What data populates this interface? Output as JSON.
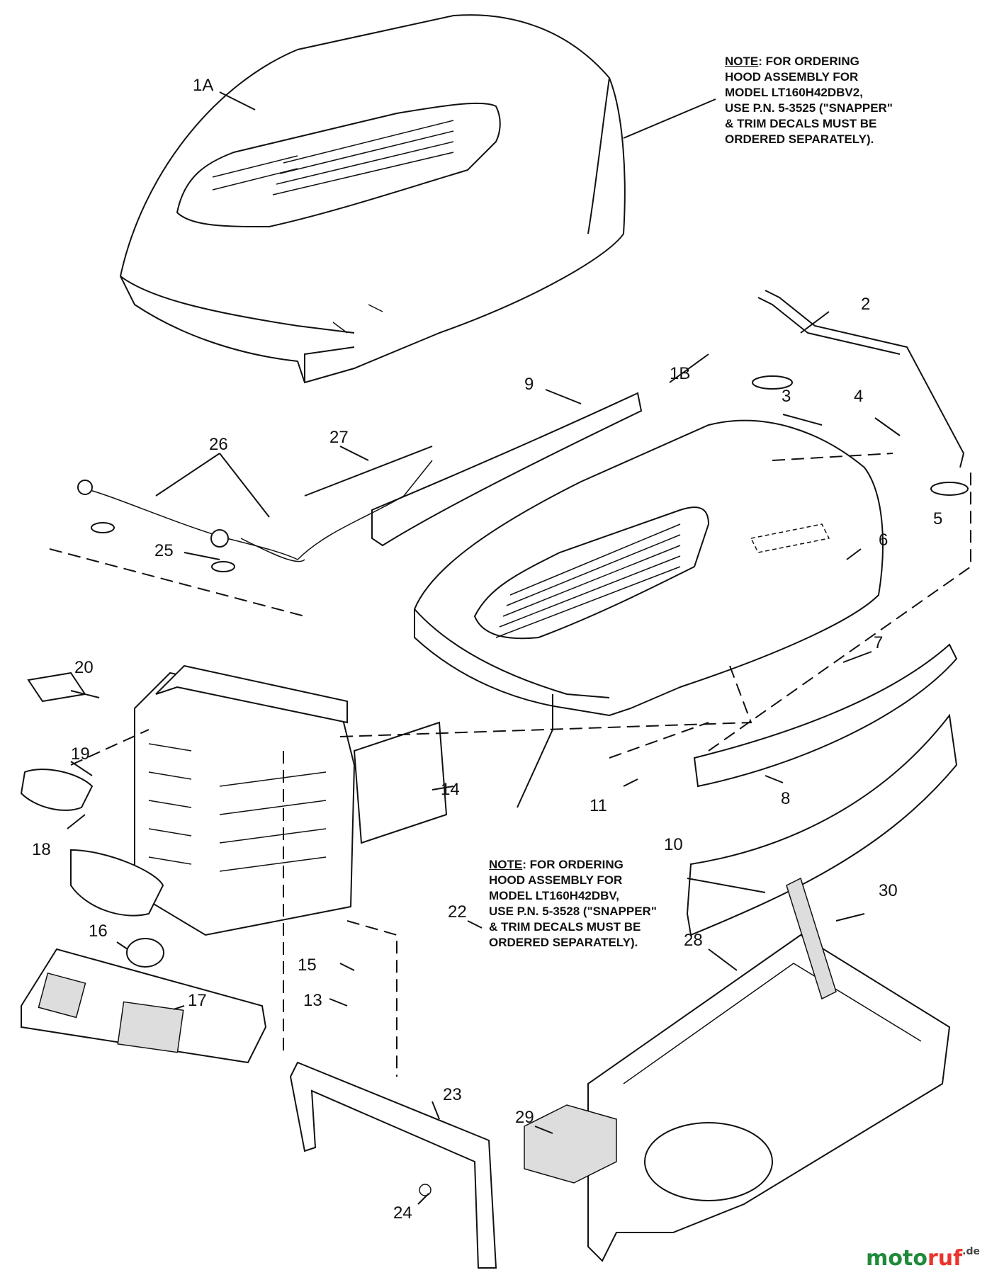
{
  "notes": [
    {
      "id": "note-1a",
      "heading": "NOTE",
      "text": ": FOR ORDERING\nHOOD ASSEMBLY FOR\nMODEL LT160H42DBV2,\nUSE P.N. 5-3525 (\"SNAPPER\"\n& TRIM DECALS MUST BE\nORDERED SEPARATELY)."
    },
    {
      "id": "note-1b",
      "heading": "NOTE",
      "text": ": FOR ORDERING\nHOOD ASSEMBLY FOR\nMODEL LT160H42DBV,\nUSE P.N. 5-3528 (\"SNAPPER\"\n& TRIM DECALS MUST BE\nORDERED SEPARATELY)."
    }
  ],
  "callouts": [
    "1A",
    "1B",
    "2",
    "3",
    "4",
    "5",
    "6",
    "7",
    "8",
    "9",
    "10",
    "11",
    "13",
    "14",
    "15",
    "16",
    "17",
    "18",
    "19",
    "20",
    "22",
    "23",
    "24",
    "25",
    "26",
    "27",
    "28",
    "29",
    "30"
  ],
  "watermark": {
    "part1": "moto",
    "part2": "ruf",
    "suffix": ".de"
  }
}
